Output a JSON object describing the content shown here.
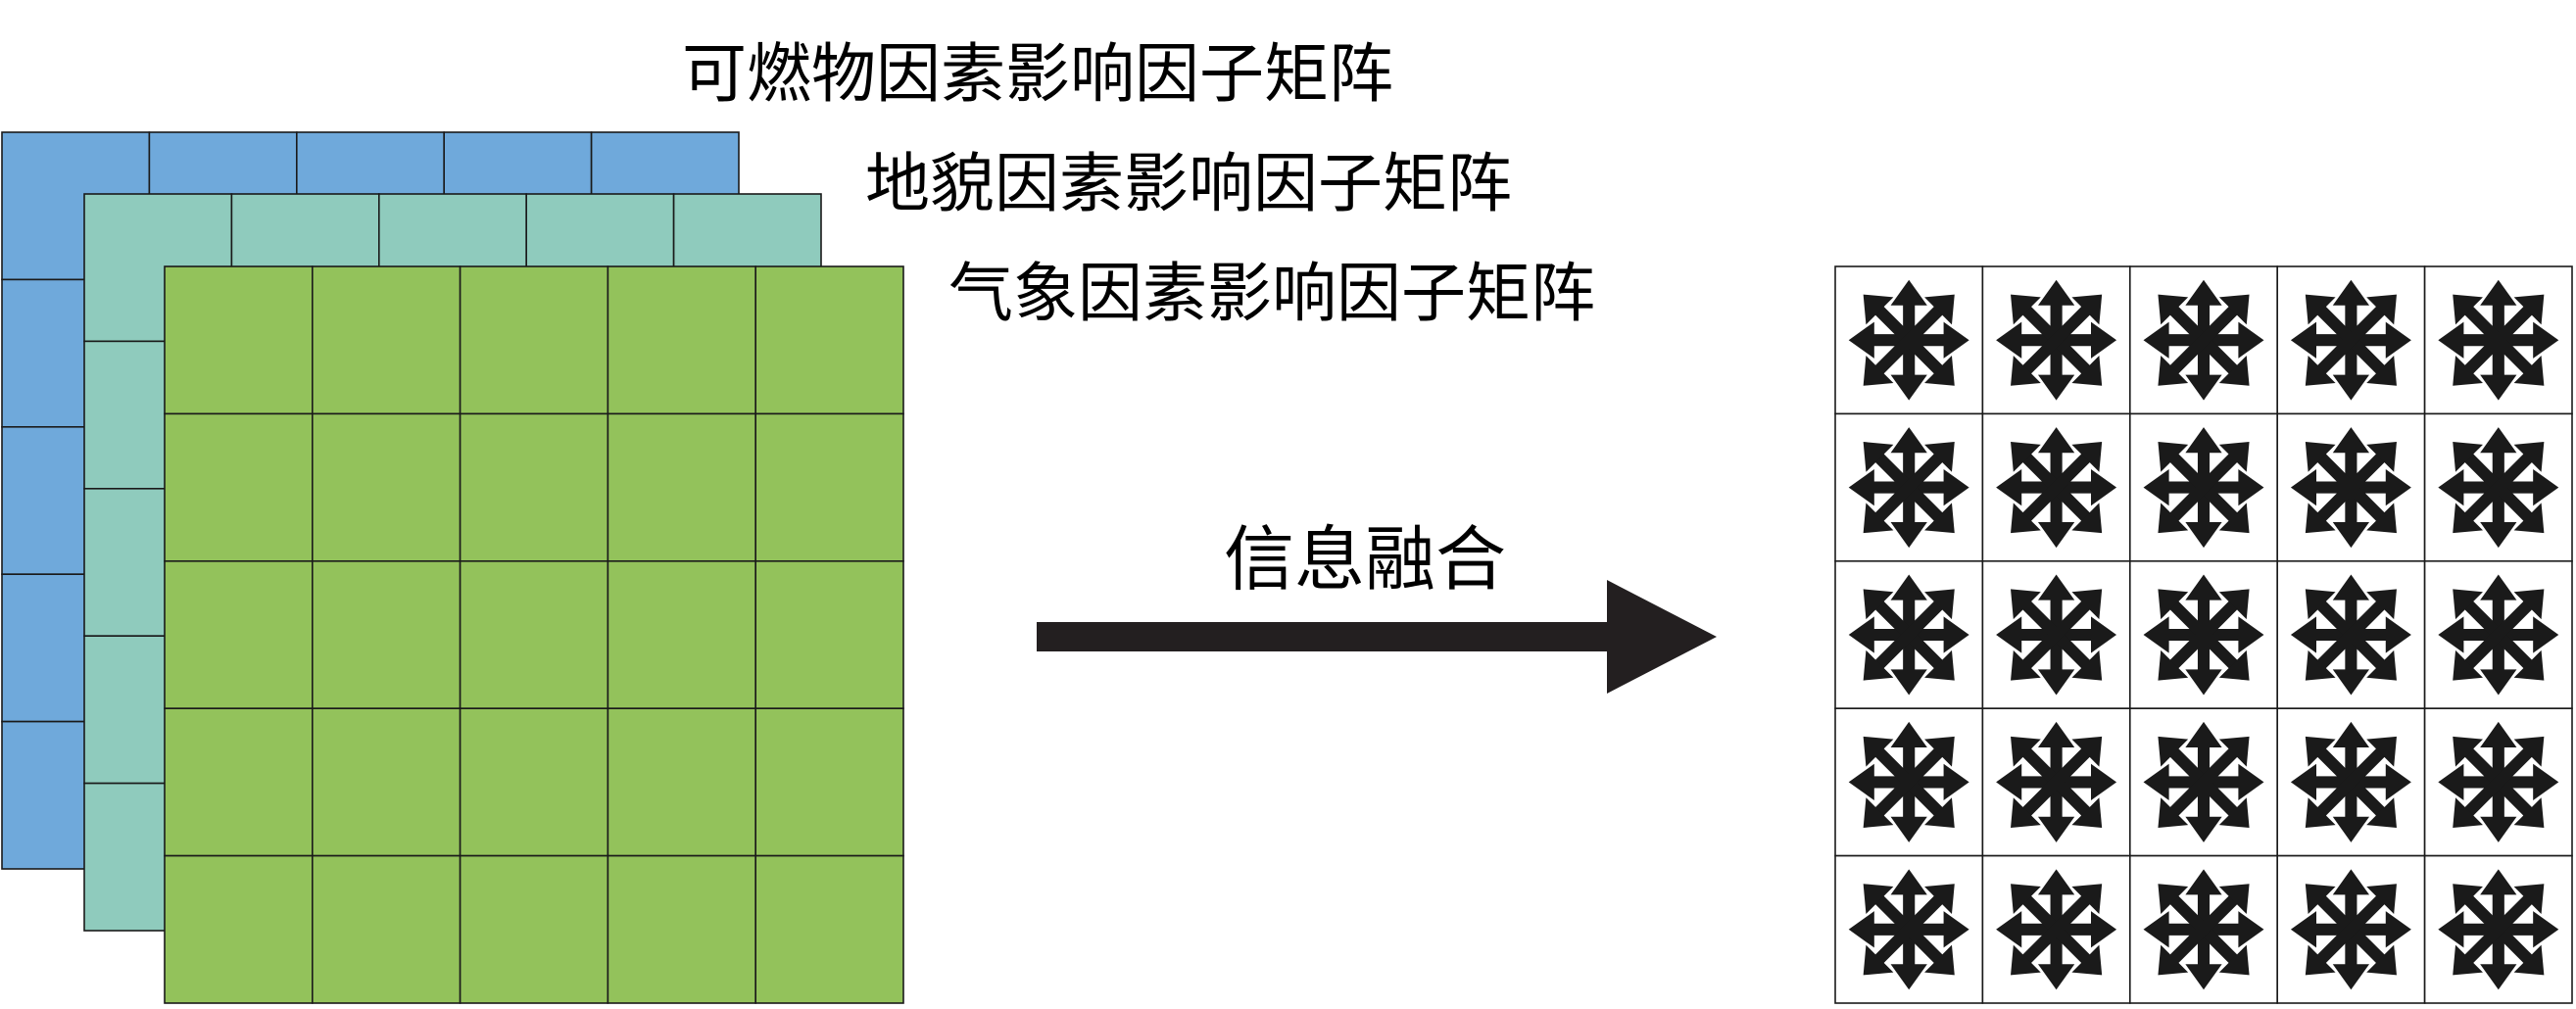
{
  "diagram": {
    "layers": [
      {
        "label": "可燃物因素影响因子矩阵",
        "color": "#6FA9DB",
        "rows": 5,
        "cols": 5
      },
      {
        "label": "地貌因素影响因子矩阵",
        "color": "#8FCBBD",
        "rows": 5,
        "cols": 5
      },
      {
        "label": "气象因素影响因子矩阵",
        "color": "#93C25B",
        "rows": 5,
        "cols": 5
      }
    ],
    "arrow": {
      "label": "信息融合",
      "color": "#231F20"
    },
    "result": {
      "rows": 5,
      "cols": 5,
      "cell_icon": "multi-direction-arrows-icon",
      "icon_color": "#1A1A1A"
    }
  }
}
